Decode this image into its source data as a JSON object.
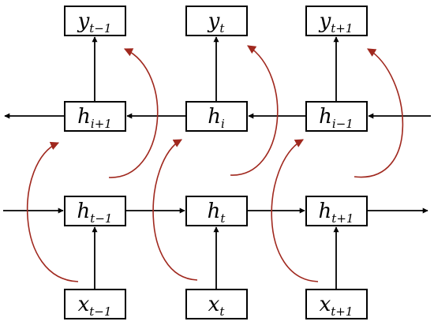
{
  "nodes": {
    "outputs": [
      {
        "main": "y",
        "sub": "t−1"
      },
      {
        "main": "y",
        "sub": "t"
      },
      {
        "main": "y",
        "sub": "t+1"
      }
    ],
    "backward": [
      {
        "main": "h",
        "sub": "i+1"
      },
      {
        "main": "h",
        "sub": "i"
      },
      {
        "main": "h",
        "sub": "i−1"
      }
    ],
    "forward": [
      {
        "main": "h",
        "sub": "t−1"
      },
      {
        "main": "h",
        "sub": "t"
      },
      {
        "main": "h",
        "sub": "t+1"
      }
    ],
    "inputs": [
      {
        "main": "x",
        "sub": "t−1"
      },
      {
        "main": "x",
        "sub": "t"
      },
      {
        "main": "x",
        "sub": "t+1"
      }
    ]
  },
  "colors": {
    "box_stroke": "#000000",
    "edge": "#000000",
    "context_curve": "#a0281e"
  }
}
